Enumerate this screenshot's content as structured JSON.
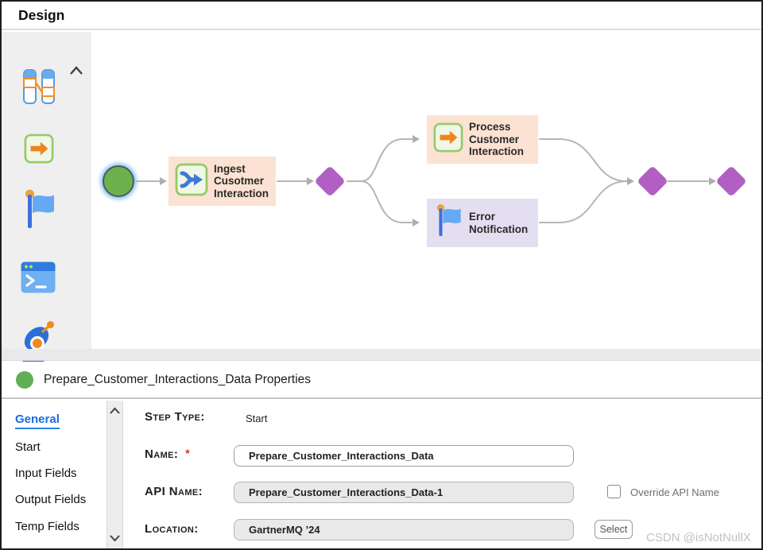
{
  "header": {
    "title": "Design"
  },
  "sidebar": {
    "icons": [
      "data-mapping-icon",
      "transform-arrow-icon",
      "flag-icon",
      "terminal-icon",
      "satellite-icon"
    ],
    "scroll": [
      "chevron-up",
      "chevron-down"
    ]
  },
  "canvas": {
    "nodes": {
      "start": {
        "type": "start"
      },
      "ingest": {
        "label": "Ingest Cusotmer Interaction"
      },
      "process": {
        "label": "Process Customer Interaction"
      },
      "error": {
        "label": "Error Notification"
      },
      "gateways": [
        "diamond-1",
        "diamond-2",
        "diamond-3"
      ]
    }
  },
  "properties": {
    "title": "Prepare_Customer_Interactions_Data Properties",
    "nav": {
      "items": [
        "General",
        "Start",
        "Input Fields",
        "Output Fields",
        "Temp Fields"
      ],
      "active": "General"
    },
    "form": {
      "step_type": {
        "label": "Step Type:",
        "value": "Start"
      },
      "name": {
        "label": "Name:",
        "required_mark": "*",
        "value": "Prepare_Customer_Interactions_Data"
      },
      "api_name": {
        "label": "API Name:",
        "value": "Prepare_Customer_Interactions_Data-1"
      },
      "location": {
        "label": "Location:",
        "value": "GartnerMQ ’24"
      },
      "override_checkbox": {
        "label": "Override API Name",
        "checked": false
      },
      "select_button": {
        "label": "Select"
      }
    }
  },
  "watermark": "CSDN @isNotNullX",
  "colors": {
    "node_peach": "#fce2d2",
    "node_lavender": "#e4dff0",
    "gateway_purple": "#b25fc3",
    "start_green": "#6cb14c",
    "link_blue": "#1a6ce0",
    "icon_orange": "#f0831e",
    "icon_blue": "#3b7ad6",
    "required_red": "#e02b20"
  }
}
